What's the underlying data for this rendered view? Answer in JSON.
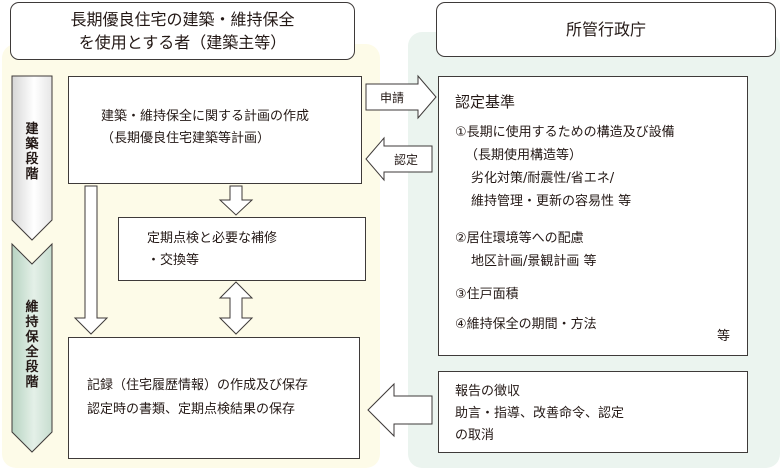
{
  "owner": {
    "title_line1": "長期優良住宅の建築・維持保全",
    "title_line2": "を使用とする者（建築主等）"
  },
  "authority": {
    "title": "所管行政庁"
  },
  "stages": {
    "construction": [
      "建",
      "築",
      "段",
      "階"
    ],
    "maintenance": [
      "維",
      "持",
      "保",
      "全",
      "段",
      "階"
    ]
  },
  "plan_box": {
    "line1": "建築・維持保全に関する計画の作成",
    "line2": "（長期優良住宅建築等計画）"
  },
  "inspection_box": {
    "line1": "定期点検と必要な補修",
    "line2": "・交換等"
  },
  "record_box": {
    "line1": "記録（住宅履歴情報）の作成及び保存",
    "line2": "認定時の書類、定期点検結果の保存"
  },
  "arrows": {
    "apply": "申請",
    "certify": "認定"
  },
  "criteria_box": {
    "heading": "認定基準",
    "item1_line1": "①長期に使用するための構造及び設備",
    "item1_line2": "（長期使用構造等）",
    "item1_line3": "劣化対策/耐震性/省エネ/",
    "item1_line4": "維持管理・更新の容易性 等",
    "item2_line1": "②居住環境等への配慮",
    "item2_line2": "地区計画/景観計画 等",
    "item3": "③住戸面積",
    "item4": "④維持保全の期間・方法",
    "etc": "等"
  },
  "report_box": {
    "line1": "報告の徴収",
    "line2": "助言・指導、改善命令、認定",
    "line3": "の取消"
  },
  "colors": {
    "left_background": "#fdfbe8",
    "right_background": "#ebf4ef",
    "maintenance_stage": "#d5e8dc",
    "border": "#3e3a39"
  }
}
